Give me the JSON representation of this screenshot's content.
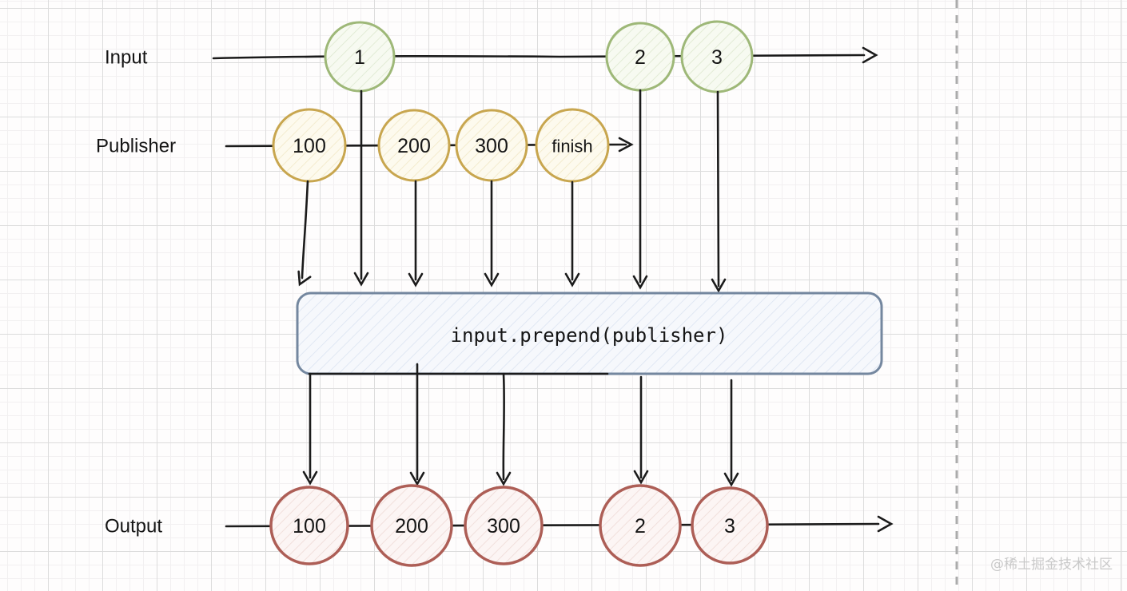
{
  "operator": {
    "label": "input.prepend(publisher)"
  },
  "rows": {
    "input": {
      "label": "Input",
      "events": [
        "1",
        "2",
        "3"
      ]
    },
    "publisher": {
      "label": "Publisher",
      "events": [
        "100",
        "200",
        "300",
        "finish"
      ]
    },
    "output": {
      "label": "Output",
      "events": [
        "100",
        "200",
        "300",
        "2",
        "3"
      ]
    }
  },
  "watermark": "@稀土掘金技术社区",
  "colors": {
    "line": "#1b1b1b",
    "grid_major": "#dcdcdc",
    "grid_minor": "#f2f0f1",
    "input_event_stroke": "#9eb878",
    "publisher_event_stroke": "#c8a64f",
    "output_event_stroke": "#ad5e56",
    "operator_border": "#74879f",
    "watermark": "#c9c9c9",
    "dashed_divider": "#ababab"
  }
}
